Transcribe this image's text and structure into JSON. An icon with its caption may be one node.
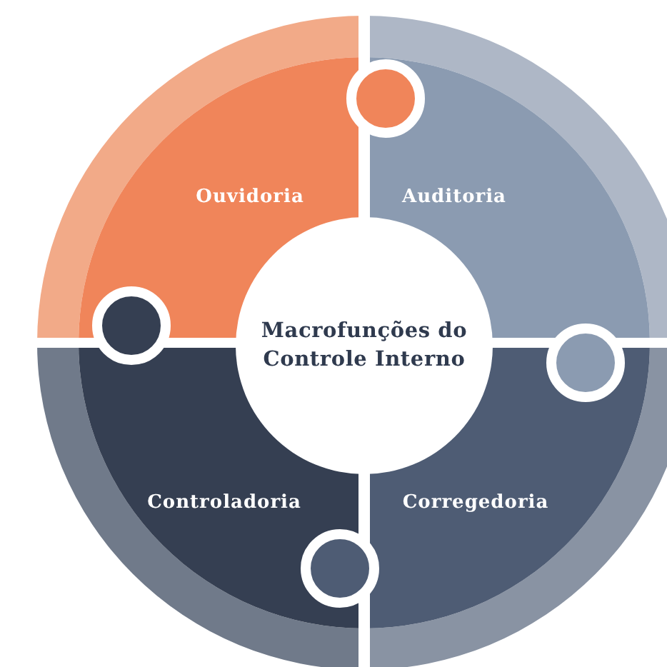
{
  "diagram": {
    "nodes": [
      {
        "text": [
          "Macrofunções do Controle Interno"
        ]
      },
      {
        "text": [
          "Ouvidoria"
        ]
      },
      {
        "text": [
          "Auditoria"
        ]
      },
      {
        "text": [
          "Controladoria"
        ]
      },
      {
        "text": [
          "Corregedoria"
        ]
      }
    ],
    "edges": []
  }
}
